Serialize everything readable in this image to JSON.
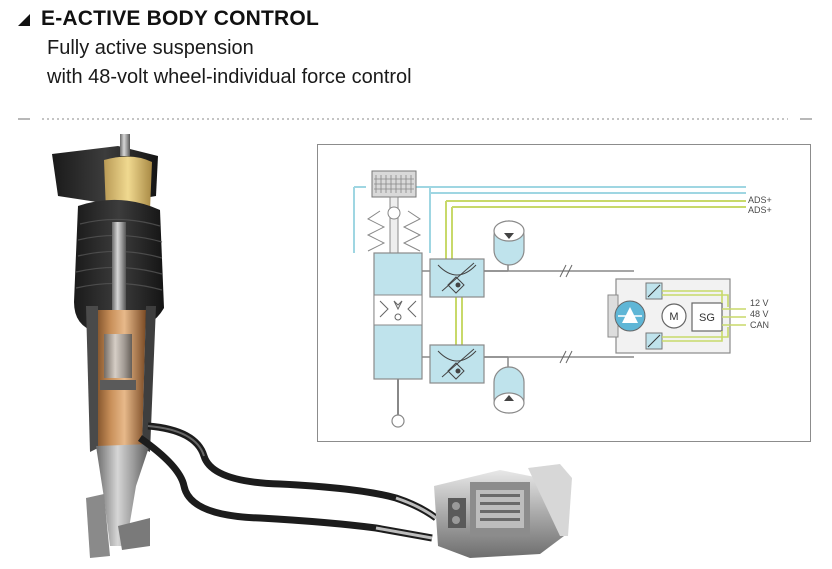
{
  "header": {
    "title": "E-ACTIVE BODY CONTROL",
    "subtitle_line1": "Fully active suspension",
    "subtitle_line2": "with 48-volt wheel-individual force control"
  },
  "schematic": {
    "ads_label_1": "ADS+",
    "ads_label_2": "ADS+",
    "motor_label": "M",
    "control_unit_label": "SG",
    "voltage_12": "12 V",
    "voltage_48": "48 V",
    "can_label": "CAN"
  },
  "colors": {
    "hydraulic_fill": "#bfe3ec",
    "line_gray": "#8a8a8a",
    "signal_green": "#c8d96a",
    "signal_cyan": "#9fd6e2",
    "pump_blue": "#5fb6d6"
  }
}
